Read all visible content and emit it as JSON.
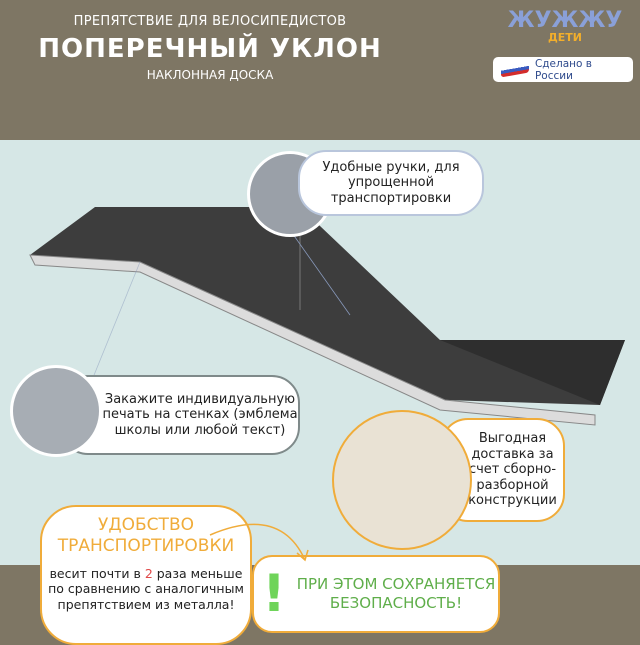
{
  "header": {
    "subtitle_top": "ПРЕПЯТСТВИЕ ДЛЯ ВЕЛОСИПЕДИСТОВ",
    "title": "ПОПЕРЕЧНЫЙ УКЛОН",
    "subtitle_bottom": "НАКЛОННАЯ ДОСКА"
  },
  "logo": {
    "text": "ЖУЖЖУ",
    "sub": "ДЕТИ"
  },
  "made_in": "Сделано в России",
  "callouts": {
    "handles": "Удобные ручки, для упрощенной транспортировки",
    "print": "Закажите индивидуальную печать на стенках (эмблема школы или любой текст)",
    "delivery": "Выгодная доставка за счет сборно-разборной конструкции"
  },
  "transport": {
    "title_1": "УДОБСТВО",
    "title_2": "ТРАНСПОРТИРОВКИ",
    "text_1": "весит почти в",
    "number": "2",
    "text_2": "раза меньше по сравнению с аналогичным препятствием из металла!"
  },
  "safety": {
    "mark": "!",
    "text": "ПРИ ЭТОМ СОХРАНЯЕТСЯ БЕЗОПАСНОСТЬ!"
  },
  "colors": {
    "brown": "#7e7664",
    "teal": "#d6e7e6",
    "orange": "#f0ac3a",
    "green": "#6fd45a"
  }
}
